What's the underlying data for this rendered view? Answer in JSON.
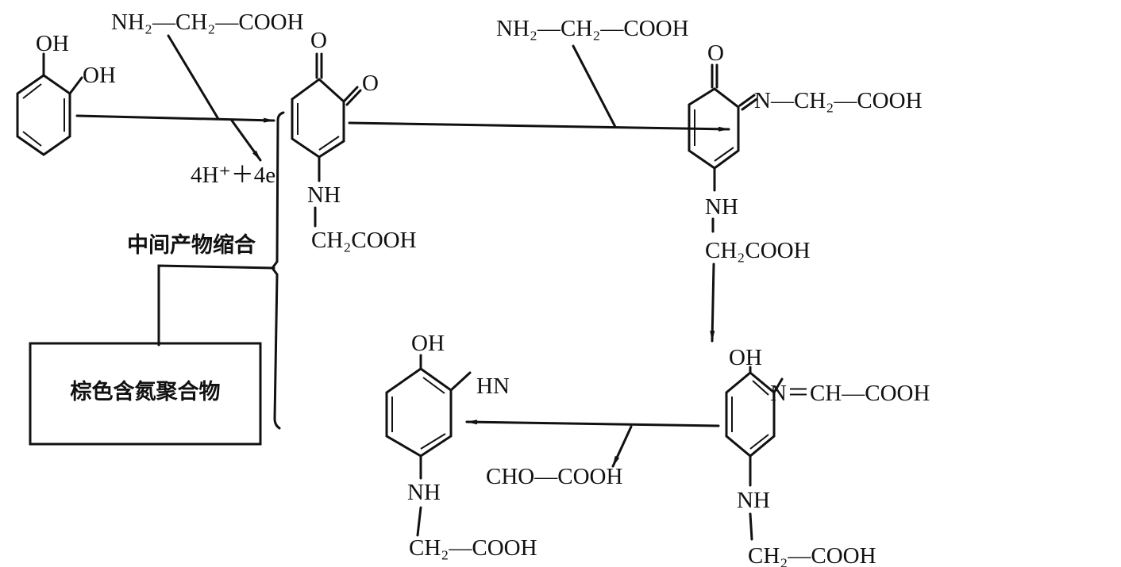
{
  "reactant": {
    "oh1": "OH",
    "oh2": "OH"
  },
  "reagent1": "NH₂—CH₂—COOH",
  "byproduct1": "4H⁺＋4e",
  "intermediate1": {
    "o1": "O",
    "o2": "O",
    "nh": "NH",
    "chain": "CH₂COOH"
  },
  "reagent2": "NH₂—CH₂—COOH",
  "intermediate2": {
    "o": "O",
    "imine": "N—CH₂—COOH",
    "nh": "NH",
    "chain": "CH₂COOH"
  },
  "intermediate3": {
    "oh": "OH",
    "imine": "N＝CH—COOH",
    "nh": "NH",
    "chain": "CH₂—COOH"
  },
  "byproduct2": "CHO—COOH",
  "intermediate4": {
    "oh": "OH",
    "hn": "HN",
    "nh": "NH",
    "chain": "CH₂—COOH"
  },
  "condensation_label": "中间产物缩合",
  "final_product": "棕色含氮聚合物"
}
